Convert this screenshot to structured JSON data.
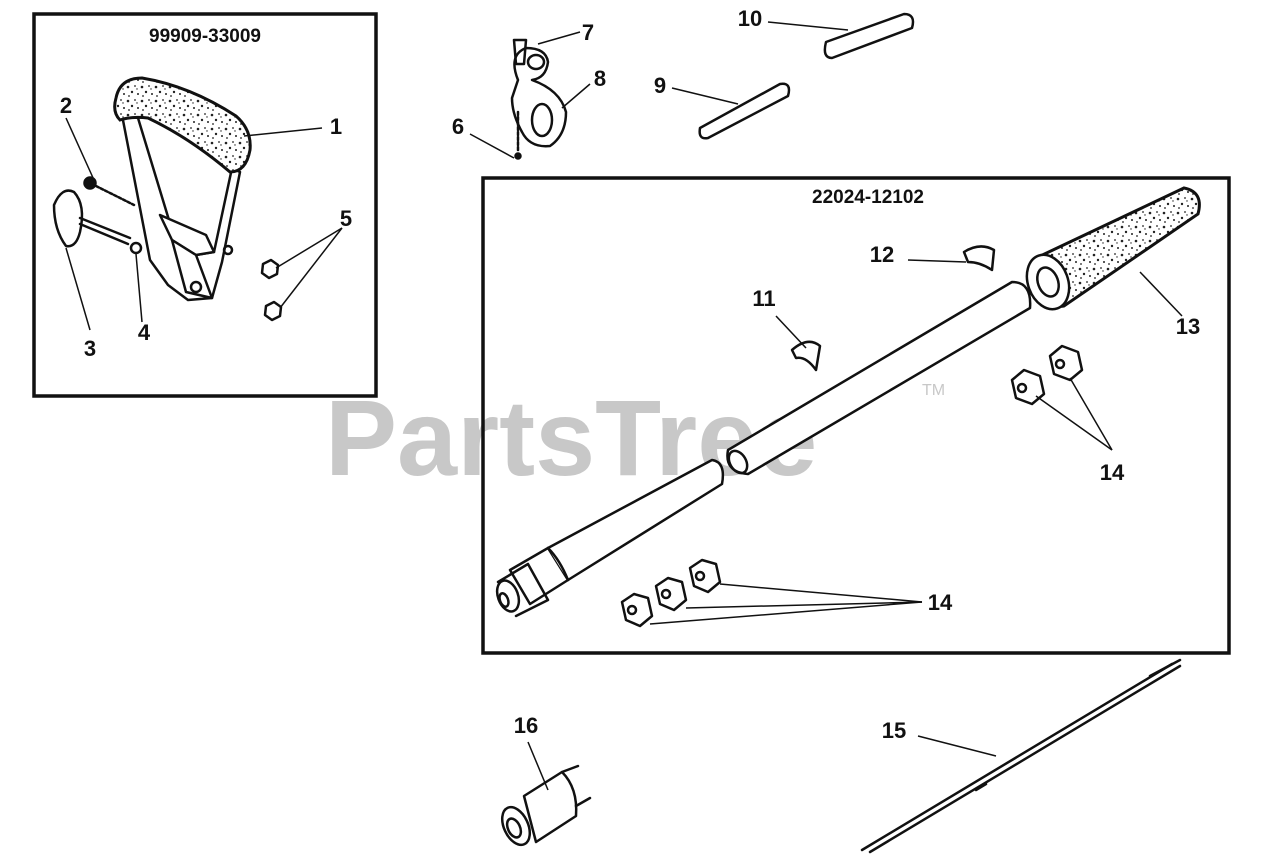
{
  "watermark": {
    "text": "PartsTree",
    "tm": "TM"
  },
  "kits": [
    {
      "id": "kit-handle",
      "number": "99909-33009"
    },
    {
      "id": "kit-shaft",
      "number": "22024-12102"
    }
  ],
  "callouts": [
    "1",
    "2",
    "3",
    "4",
    "5",
    "6",
    "7",
    "8",
    "9",
    "10",
    "11",
    "12",
    "13",
    "14",
    "14",
    "15",
    "16"
  ]
}
